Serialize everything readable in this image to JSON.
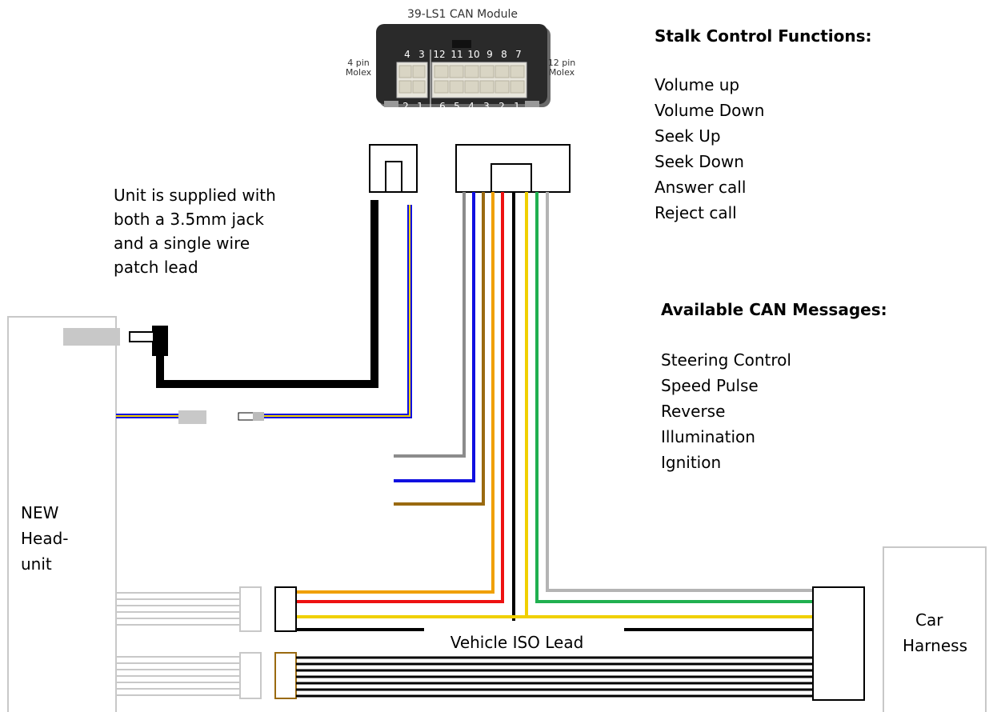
{
  "module": {
    "title": "39-LS1 CAN Module",
    "left_connector_label": [
      "4 pin",
      "Molex"
    ],
    "right_connector_label": [
      "12 pin",
      "Molex"
    ],
    "pin_top_left": [
      "4",
      "3"
    ],
    "pin_top_right": [
      "12",
      "11",
      "10",
      "9",
      "8",
      "7"
    ],
    "pin_bottom_left": [
      "2",
      "1"
    ],
    "pin_bottom_right": [
      "6",
      "5",
      "4",
      "3",
      "2",
      "1"
    ]
  },
  "note_lines": [
    "Unit is supplied with",
    "both a 3.5mm jack",
    "and a single wire",
    "patch lead"
  ],
  "stalk": {
    "heading": "Stalk Control Functions:",
    "items": [
      "Volume up",
      "Volume Down",
      "Seek Up",
      "Seek Down",
      "Answer call",
      "Reject call"
    ]
  },
  "can": {
    "heading": "Available CAN Messages:",
    "items": [
      "Steering Control",
      "Speed Pulse",
      "Reverse",
      "Illumination",
      "Ignition"
    ]
  },
  "head_unit_lines": [
    "NEW",
    "Head-",
    "unit"
  ],
  "car_harness_lines": [
    "Car",
    "Harness"
  ],
  "iso_lead_label": "Vehicle ISO Lead",
  "colors": {
    "grey": "#8c8c8c",
    "light_grey": "#b4b4b4",
    "blue": "#1010e0",
    "brown": "#9a6a10",
    "orange": "#f0a000",
    "red": "#ee1111",
    "yellow": "#f0d000",
    "green": "#20b050",
    "black": "#000000",
    "frame": "#c8c8c8"
  }
}
